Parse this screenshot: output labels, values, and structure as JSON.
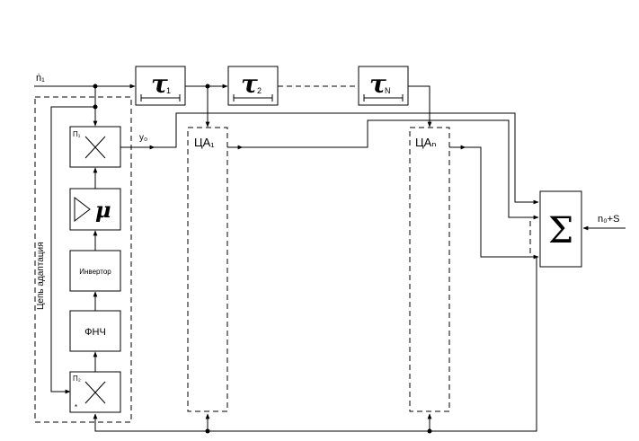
{
  "input_signal": "ṅ₁",
  "output_signal": "n₀+S",
  "branch_output": "y₀",
  "adaptation_circuit_label": "Цепь адаптация",
  "delays": {
    "symbol": "τ",
    "subscripts": [
      "1",
      "2",
      "N"
    ]
  },
  "adaptive_blocks": {
    "first": "ЦА₁",
    "last": "ЦАₙ"
  },
  "multiplier_1_label": "П₁",
  "multiplier_2_label": "П₂",
  "multiplier_2_mark": "*",
  "gain_symbol": "μ",
  "inverter_label": "Инвертор",
  "lowpass_label": "ФНЧ",
  "summer_symbol": "Σ"
}
